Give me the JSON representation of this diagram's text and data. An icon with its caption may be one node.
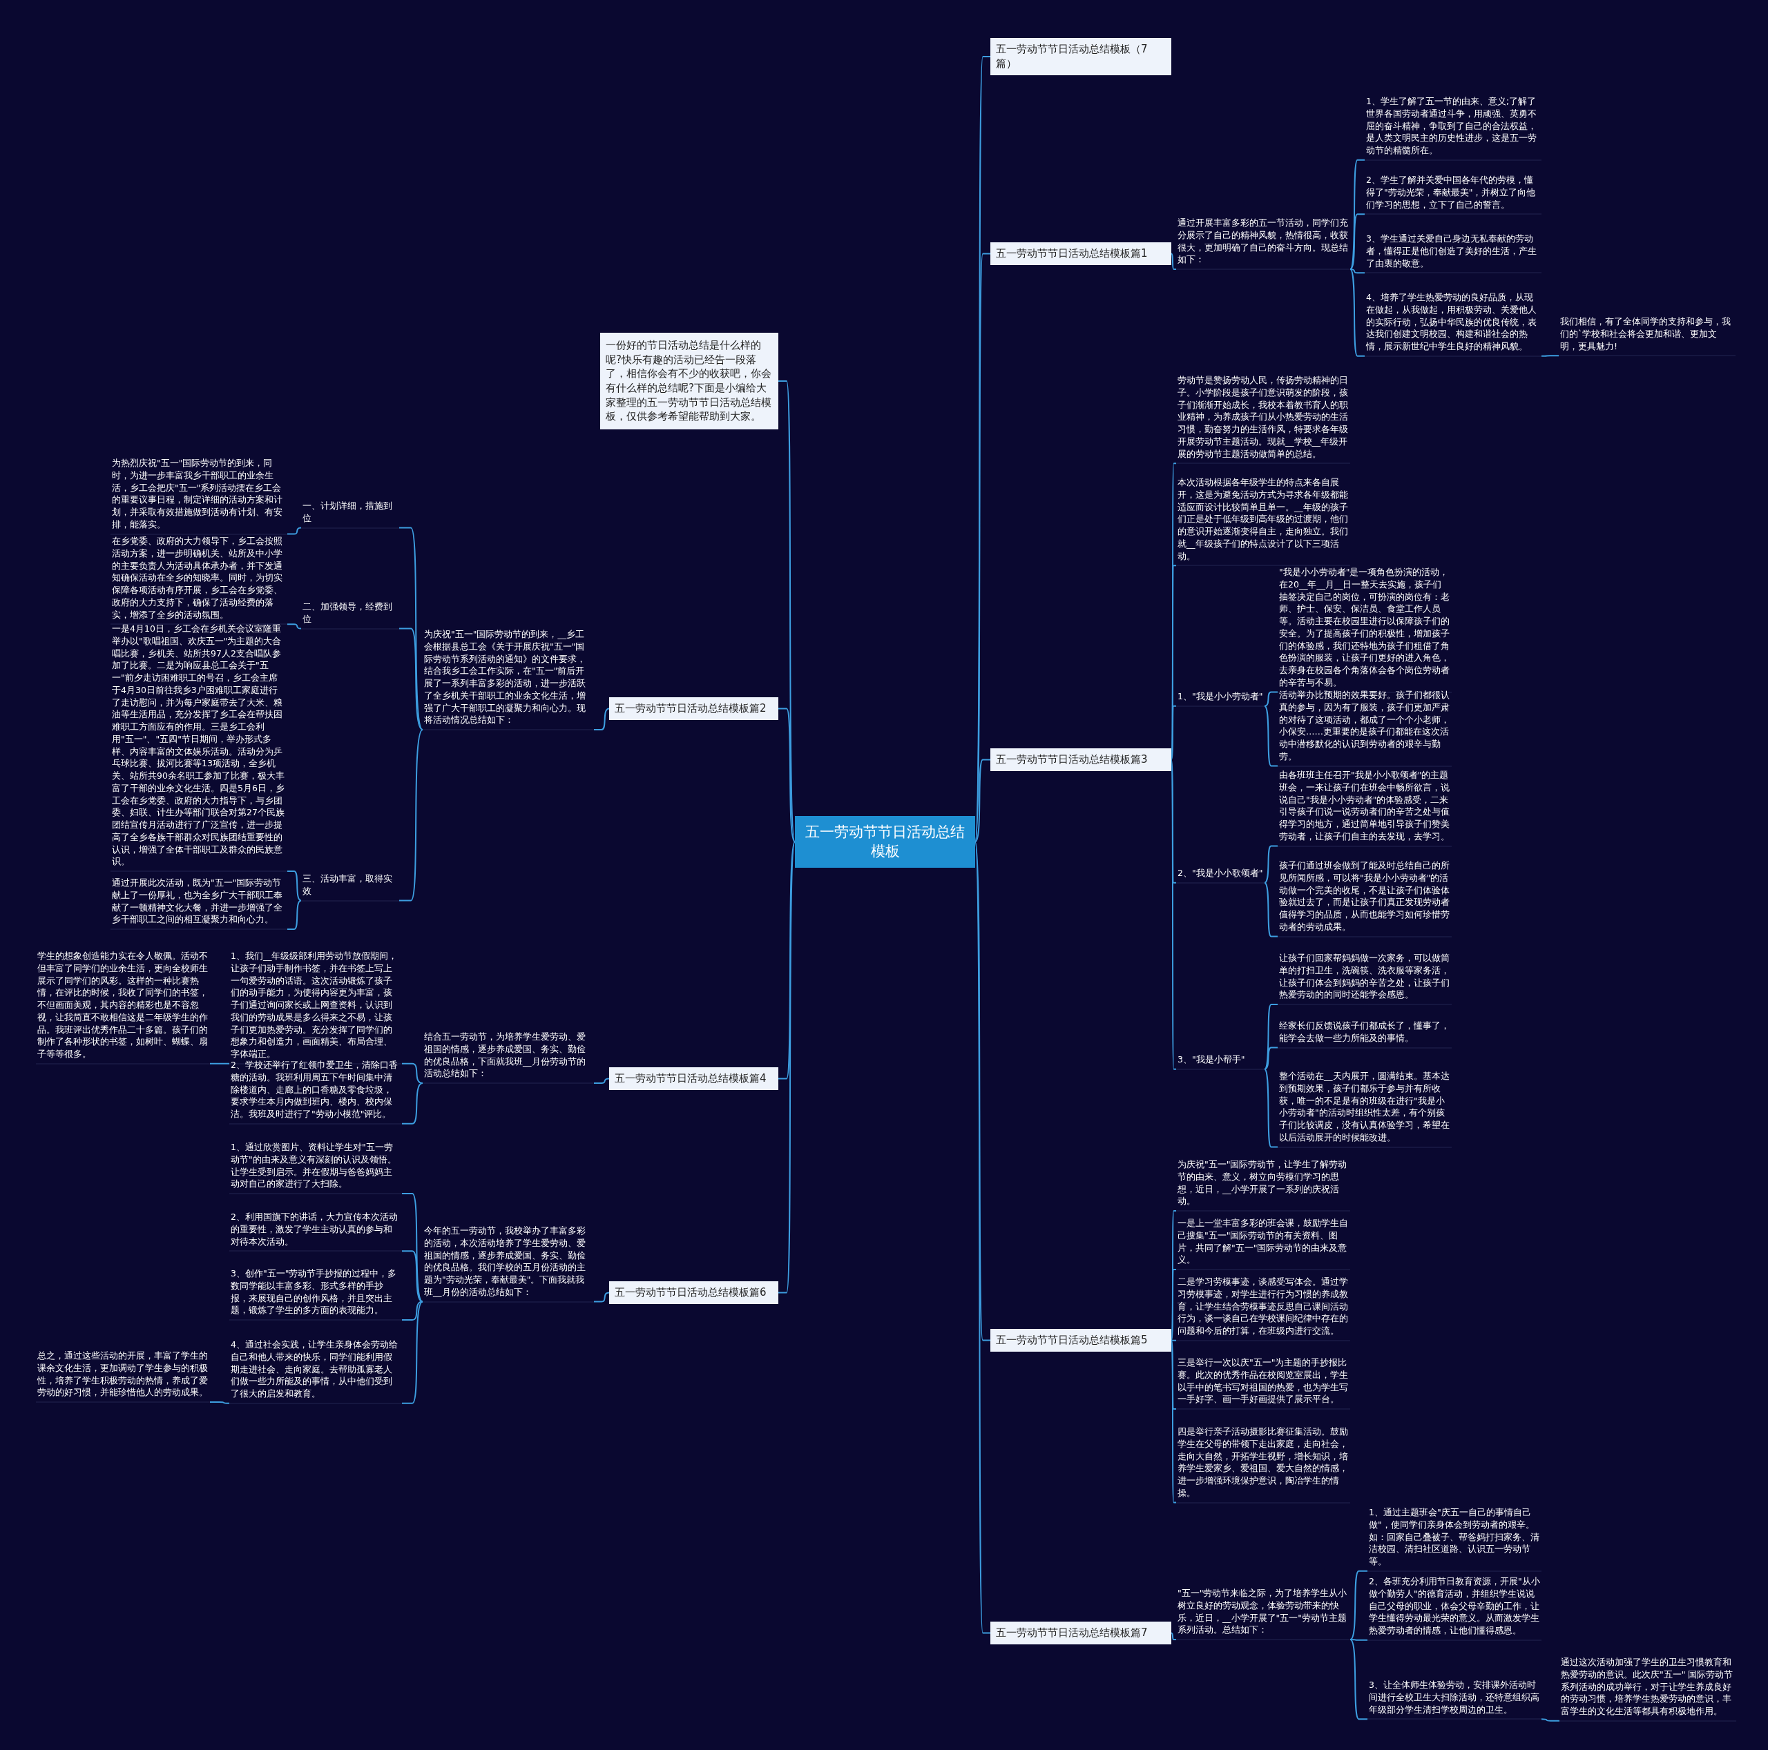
{
  "diagram": {
    "nodes": [
      {
        "text": [
          "五一劳动节节日活动总结模板"
        ]
      },
      {
        "text": [
          "五一劳动节节日活动总结模板（7篇）"
        ]
      },
      {
        "text": [
          "五一劳动节节日活动总结模板篇1"
        ]
      },
      {
        "text": [
          "通过开展丰富多彩的五一节活动，同学们充分展示了自己的精神风貌，热情很高，收获很大，更加明确了自己的奋斗方向。现总结如下："
        ]
      },
      {
        "text": [
          "1、学生了解了五一节的由来、意义;了解了世界各国劳动者通过斗争，用顽强、英勇不屈的奋斗精神，争取到了自己的合法权益，是人类文明民主的历史性进步，这是五一劳动节的精髓所在。"
        ]
      },
      {
        "text": [
          "2、学生了解并关爱中国各年代的劳模，懂得了\"劳动光荣，奉献最美\"，并树立了向他们学习的思想，立下了自己的誓言。"
        ]
      },
      {
        "text": [
          "3、学生通过关爱自己身边无私奉献的劳动者，懂得正是他们创造了美好的生活，产生了由衷的敬意。"
        ]
      },
      {
        "text": [
          "4、培养了学生热爱劳动的良好品质，从现在做起，从我做起，用积极劳动、关爱他人的实际行动，弘扬中华民族的优良传统，表达我们创建文明校园、构建和谐社会的热情，展示新世纪中学生良好的精神风貌。"
        ]
      },
      {
        "text": [
          "我们相信，有了全体同学的支持和参与，我们的`学校和社会将会更加和谐、更加文明，更具魅力!"
        ]
      },
      {
        "text": [
          "五一劳动节节日活动总结模板篇3"
        ]
      },
      {
        "text": [
          "劳动节是赞扬劳动人民，传扬劳动精神的日子。小学阶段是孩子们意识萌发的阶段，孩子们渐渐开始成长，我校本着教书育人的职业精神，为养成孩子们从小热爱劳动的生活习惯，勤奋努力的生活作风，特要求各年级开展劳动节主题活动。现就__学校__年级开展的劳动节主题活动做简单的总结。"
        ]
      },
      {
        "text": [
          "本次活动根据各年级学生的特点来各自展开，这是为避免活动方式为寻求各年级都能适应而设计比较简单且单一。__年级的孩子们正是处于低年级到高年级的过渡期，他们的意识开始逐渐变得自主，走向独立。我们就__年级孩子们的特点设计了以下三项活动。"
        ]
      },
      {
        "text": [
          "1、\"我是小小劳动者\""
        ]
      },
      {
        "text": [
          "\"我是小小劳动者\"是一项角色扮演的活动，在20__年__月__日一整天去实施，孩子们抽签决定自己的岗位，可扮演的岗位有：老师、护士、保安、保洁员、食堂工作人员等。活动主要在校园里进行以保障孩子们的安全。为了提高孩子们的积极性，增加孩子们的体验感，我们还特地为孩子们租借了角色扮演的服装，让孩子们更好的进入角色，去亲身在校园各个角落体会各个岗位劳动者的辛苦与不易。"
        ]
      },
      {
        "text": [
          "活动举办比预期的效果要好。孩子们都很认真的参与，因为有了服装，孩子们更加严肃的对待了这项活动，都成了一个个小老师，小保安……更重要的是孩子们都能在这次活动中潜移默化的认识到劳动者的艰辛与勤劳。"
        ]
      },
      {
        "text": [
          "2、\"我是小小歌颂者\""
        ]
      },
      {
        "text": [
          "由各班班主任召开\"我是小小歌颂者\"的主题班会，一来让孩子们在班会中畅所欲言，说说自己\"我是小小劳动者\"的体验感受，二来引导孩子们说一说劳动者们的辛苦之处与值得学习的地方，通过简单地引导孩子们赞美劳动者，让孩子们自主的去发现，去学习。"
        ]
      },
      {
        "text": [
          "孩子们通过班会做到了能及时总结自己的所见所闻所感，可以将\"我是小小劳动者\"的活动做一个完美的收尾，不是让孩子们体验体验就过去了，而是让孩子们真正发现劳动者值得学习的品质，从而也能学习如何珍惜劳动者的劳动成果。"
        ]
      },
      {
        "text": [
          "3、\"我是小帮手\""
        ]
      },
      {
        "text": [
          "让孩子们回家帮妈妈做一次家务，可以做简单的打扫卫生，洗碗筷、洗衣服等家务活，让孩子们体会到妈妈的辛苦之处，让孩子们热爱劳动的的同时还能学会感恩。"
        ]
      },
      {
        "text": [
          "经家长们反馈说孩子们都成长了，懂事了，能学会去做一些力所能及的事情。"
        ]
      },
      {
        "text": [
          "整个活动在__天内展开，圆满结束。基本达到预期效果，孩子们都乐于参与并有所收获，唯一的不足是有的班级在进行\"我是小小劳动者\"的活动时组织性太差，有个别孩子们比较调皮，没有认真体验学习，希望在以后活动展开的时候能改进。"
        ]
      },
      {
        "text": [
          "五一劳动节节日活动总结模板篇5"
        ]
      },
      {
        "text": [
          "为庆祝\"五一\"国际劳动节，让学生了解劳动节的由来、意义，树立向劳模们学习的思想，近日，__小学开展了一系列的庆祝活动。"
        ]
      },
      {
        "text": [
          "一是上一堂丰富多彩的班会课，鼓励学生自己搜集\"五一\"国际劳动节的有关资料、图片，共同了解\"五一\"国际劳动节的由来及意义。"
        ]
      },
      {
        "text": [
          "二是学习劳模事迹，谈感受写体会。通过学习劳模事迹，对学生进行行为习惯的养成教育，让学生结合劳模事迹反思自己课间活动行为，谈一谈自己在学校课间纪律中存在的问题和今后的打算，在班级内进行交流。"
        ]
      },
      {
        "text": [
          "三是举行一次以庆\"五一\"为主题的手抄报比赛。此次的优秀作品在校阅览室展出，学生以手中的笔书写对祖国的热爱，也为学生写一手好字、画一手好画提供了展示平台。"
        ]
      },
      {
        "text": [
          "四是举行亲子活动摄影比赛征集活动。鼓励学生在父母的带领下走出家庭，走向社会，走向大自然，开拓学生视野，增长知识，培养学生爱家乡、爱祖国、爱大自然的情感，进一步增强环境保护意识，陶冶学生的情操。"
        ]
      },
      {
        "text": [
          "五一劳动节节日活动总结模板篇7"
        ]
      },
      {
        "text": [
          "\"五一\"劳动节来临之际，为了培养学生从小树立良好的劳动观念，体验劳动带来的快乐，近日，__小学开展了\"五一\"劳动节主题系列活动。总结如下："
        ]
      },
      {
        "text": [
          "1、通过主题班会\"庆五一自己的事情自己做\"，使同学们亲身体会到劳动者的艰辛。如：回家自己叠被子、帮爸妈打扫家务、清洁校园、清扫社区道路、认识五一劳动节等。"
        ]
      },
      {
        "text": [
          "2、各班充分利用节日教育资源，开展\"从小做个勤劳人\"的德育活动，并组织学生说说自己父母的职业，体会父母辛勤的工作，让学生懂得劳动最光荣的意义。从而激发学生热爱劳动者的情感，让他们懂得感恩。"
        ]
      },
      {
        "text": [
          "3、让全体师生体验劳动，安排课外活动时间进行全校卫生大扫除活动，还特意组织高年级部分学生清扫学校周边的卫生。"
        ]
      },
      {
        "text": [
          "通过这次活动加强了学生的卫生习惯教育和热爱劳动的意识。此次庆\"五一\" 国际劳动节系列活动的成功举行，对于让学生养成良好的劳动习惯，培养学生热爱劳动的意识，丰富学生的文化生活等都具有积极地作用。"
        ]
      },
      {
        "text": [
          "一份好的节日活动总结是什么样的呢?快乐有趣的活动已经告一段落了，相信你会有不少的收获吧，你会有什么样的总结呢?下面是小编给大家整理的五一劳动节节日活动总结模板，仅供参考希望能帮助到大家。"
        ]
      },
      {
        "text": [
          "五一劳动节节日活动总结模板篇2"
        ]
      },
      {
        "text": [
          "为庆祝\"五一\"国际劳动节的到来，__乡工会根据县总工会《关于开展庆祝\"五一\"国际劳动节系列活动的通知》的文件要求，结合我乡工会工作实际，在\"五一\"前后开展了一系列丰富多彩的活动，进一步活跃了全乡机关干部职工的业余文化生活，增强了广大干部职工的凝聚力和向心力。现将活动情况总结如下："
        ]
      },
      {
        "text": [
          "一、计划详细，措施到位"
        ]
      },
      {
        "text": [
          "为热烈庆祝\"五一\"国际劳动节的到来，同时，为进一步丰富我乡干部职工的业余生活，乡工会把庆\"五一\"系列活动摆在乡工会的重要议事日程，制定详细的活动方案和计划，并采取有效措施做到活动有计划、有安排，能落实。"
        ]
      },
      {
        "text": [
          "二、加强领导，经费到位"
        ]
      },
      {
        "text": [
          "在乡党委、政府的大力领导下，乡工会按照活动方案，进一步明确机关、站所及中小学的主要负责人为活动具体承办者，并下发通知确保活动在全乡的知晓率。同时，为切实保障各项活动有序开展，乡工会在乡党委、政府的大力支持下，确保了活动经费的落实，增添了全乡的活动氛围。"
        ]
      },
      {
        "text": [
          "三、活动丰富，取得实效"
        ]
      },
      {
        "text": [
          "一是4月10日，乡工会在乡机关会议室隆重举办以\"歌唱祖国、欢庆五一\"为主题的大合唱比赛，乡机关、站所共97人2支合唱队参加了比赛。二是为响应县总工会关于\"五一\"前夕走访困难职工的号召，乡工会主席于4月30日前往我乡3户困难职工家庭进行了走访慰问，并为每户家庭带去了大米、粮油等生活用品，充分发挥了乡工会在帮扶困难职工方面应有的作用。三是乡工会利用\"五一\"、\"五四\"节日期间，举办形式多样、内容丰富的文体娱乐活动。活动分为乒乓球比赛、拔河比赛等13项活动，全乡机关、站所共90余名职工参加了比赛，极大丰富了干部的业余文化生活。四是5月6日，乡工会在乡党委、政府的大力指导下，与乡团委、妇联、计生办等部门联合对第27个民族团结宣传月活动进行了广泛宣传，进一步提高了全乡各族干部群众对民族团结重要性的认识，增强了全体干部职工及群众的民族意识。"
        ]
      },
      {
        "text": [
          "通过开展此次活动，既为\"五一\"国际劳动节献上了一份厚礼，也为全乡广大干部职工奉献了一顿精神文化大餐，并进一步增强了全乡干部职工之间的相互凝聚力和向心力。"
        ]
      },
      {
        "text": [
          "五一劳动节节日活动总结模板篇4"
        ]
      },
      {
        "text": [
          "结合五一劳动节，为培养学生爱劳动、爱祖国的情感，逐步养成爱国、务实、勤俭的优良品格，下面就我班__月份劳动节的活动总结如下："
        ]
      },
      {
        "text": [
          "1、我们__年级级部利用劳动节放假期间，让孩子们动手制作书签，并在书签上写上一句爱劳动的话语。这次活动锻炼了孩子们的动手能力，为使得内容更为丰富，孩子们通过询问家长或上网查资料，认识到我们的劳动成果是多么得来之不易，让孩子们更加热爱劳动。充分发挥了同学们的想象力和创造力，画面精美、布局合理、字体端正。"
        ]
      },
      {
        "text": [
          "学生的想象创造能力实在令人敬佩。活动不但丰富了同学们的业余生活，更向全校师生展示了同学们的风彩。这样的一种比赛热情，在评比的时候，我收了同学们的书签，不但画面美观，其内容的精彩也是不容忽视，让我简直不敢相信这是二年级学生的作品。我班评出优秀作品二十多篇。孩子们的制作了各种形状的书签，如树叶、蝴蝶、扇子等等很多。"
        ]
      },
      {
        "text": [
          "2、学校还举行了红领巾爱卫生，清除口香糖的活动。我班利用周五下午时间集中清除楼道内、走廊上的口香糖及零食垃圾，要求学生本月内做到班内、楼内、校内保洁。我班及时进行了\"劳动小模范\"评比。"
        ]
      },
      {
        "text": [
          "五一劳动节节日活动总结模板篇6"
        ]
      },
      {
        "text": [
          "今年的五一劳动节，我校举办了丰富多彩的活动，本次活动培养了学生爱劳动、爱祖国的情感，逐步养成爱国、务实、勤俭的优良品格。我们学校的五月份活动的主题为\"劳动光荣，奉献最美\"。下面我就我班__月份的活动总结如下："
        ]
      },
      {
        "text": [
          "1、通过欣赏图片、资料让学生对\"五一劳动节\"的由来及意义有深刻的认识及领悟。让学生受到启示。并在假期与爸爸妈妈主动对自己的家进行了大扫除。"
        ]
      },
      {
        "text": [
          "2、利用国旗下的讲话，大力宣传本次活动的重要性，激发了学生主动认真的参与和对待本次活动。"
        ]
      },
      {
        "text": [
          "3、创作\"五一\"劳动节手抄报的过程中，多数同学能以丰富多彩、形式多样的手抄报，来展现自己的创作风格，并且突出主题，锻炼了学生的多方面的表现能力。"
        ]
      },
      {
        "text": [
          "4、通过社会实践，让学生亲身体会劳动给自己和他人带来的快乐，同学们能利用假期走进社会、走向家庭。去帮助孤寡老人们做一些力所能及的事情，从中他们受到了很大的启发和教育。"
        ]
      },
      {
        "text": [
          "总之，通过这些活动的开展，丰富了学生的课余文化生活，更加调动了学生参与的积极性，培养了学生积极劳动的热情，养成了爱劳动的好习惯，并能珍惜他人的劳动成果。"
        ]
      }
    ],
    "edges": [
      {
        "from": 0,
        "to": 1,
        "arrow": "none"
      },
      {
        "from": 0,
        "to": 2,
        "arrow": "none"
      },
      {
        "from": 2,
        "to": 3,
        "arrow": "none"
      },
      {
        "from": 3,
        "to": 4,
        "arrow": "none"
      },
      {
        "from": 3,
        "to": 5,
        "arrow": "none"
      },
      {
        "from": 3,
        "to": 6,
        "arrow": "none"
      },
      {
        "from": 3,
        "to": 7,
        "arrow": "none"
      },
      {
        "from": 7,
        "to": 8,
        "arrow": "none"
      },
      {
        "from": 0,
        "to": 9,
        "arrow": "none"
      },
      {
        "from": 9,
        "to": 10,
        "arrow": "none"
      },
      {
        "from": 9,
        "to": 11,
        "arrow": "none"
      },
      {
        "from": 9,
        "to": 12,
        "arrow": "none"
      },
      {
        "from": 12,
        "to": 13,
        "arrow": "none"
      },
      {
        "from": 12,
        "to": 14,
        "arrow": "none"
      },
      {
        "from": 9,
        "to": 15,
        "arrow": "none"
      },
      {
        "from": 15,
        "to": 16,
        "arrow": "none"
      },
      {
        "from": 15,
        "to": 17,
        "arrow": "none"
      },
      {
        "from": 9,
        "to": 18,
        "arrow": "none"
      },
      {
        "from": 18,
        "to": 19,
        "arrow": "none"
      },
      {
        "from": 18,
        "to": 20,
        "arrow": "none"
      },
      {
        "from": 18,
        "to": 21,
        "arrow": "none"
      },
      {
        "from": 0,
        "to": 22,
        "arrow": "none"
      },
      {
        "from": 22,
        "to": 23,
        "arrow": "none"
      },
      {
        "from": 22,
        "to": 24,
        "arrow": "none"
      },
      {
        "from": 22,
        "to": 25,
        "arrow": "none"
      },
      {
        "from": 22,
        "to": 26,
        "arrow": "none"
      },
      {
        "from": 22,
        "to": 27,
        "arrow": "none"
      },
      {
        "from": 0,
        "to": 28,
        "arrow": "none"
      },
      {
        "from": 28,
        "to": 29,
        "arrow": "none"
      },
      {
        "from": 29,
        "to": 30,
        "arrow": "none"
      },
      {
        "from": 29,
        "to": 31,
        "arrow": "none"
      },
      {
        "from": 29,
        "to": 32,
        "arrow": "none"
      },
      {
        "from": 32,
        "to": 33,
        "arrow": "none"
      },
      {
        "from": 0,
        "to": 34,
        "arrow": "none"
      },
      {
        "from": 0,
        "to": 35,
        "arrow": "none"
      },
      {
        "from": 35,
        "to": 36,
        "arrow": "none"
      },
      {
        "from": 36,
        "to": 37,
        "arrow": "none"
      },
      {
        "from": 37,
        "to": 38,
        "arrow": "none"
      },
      {
        "from": 36,
        "to": 39,
        "arrow": "none"
      },
      {
        "from": 39,
        "to": 40,
        "arrow": "none"
      },
      {
        "from": 36,
        "to": 41,
        "arrow": "none"
      },
      {
        "from": 41,
        "to": 42,
        "arrow": "none"
      },
      {
        "from": 41,
        "to": 43,
        "arrow": "none"
      },
      {
        "from": 0,
        "to": 44,
        "arrow": "none"
      },
      {
        "from": 44,
        "to": 45,
        "arrow": "none"
      },
      {
        "from": 45,
        "to": 46,
        "arrow": "none"
      },
      {
        "from": 46,
        "to": 47,
        "arrow": "none"
      },
      {
        "from": 45,
        "to": 48,
        "arrow": "none"
      },
      {
        "from": 0,
        "to": 49,
        "arrow": "none"
      },
      {
        "from": 49,
        "to": 50,
        "arrow": "none"
      },
      {
        "from": 50,
        "to": 51,
        "arrow": "none"
      },
      {
        "from": 50,
        "to": 52,
        "arrow": "none"
      },
      {
        "from": 50,
        "to": 53,
        "arrow": "none"
      },
      {
        "from": 50,
        "to": 54,
        "arrow": "none"
      },
      {
        "from": 54,
        "to": 55,
        "arrow": "none"
      }
    ]
  }
}
